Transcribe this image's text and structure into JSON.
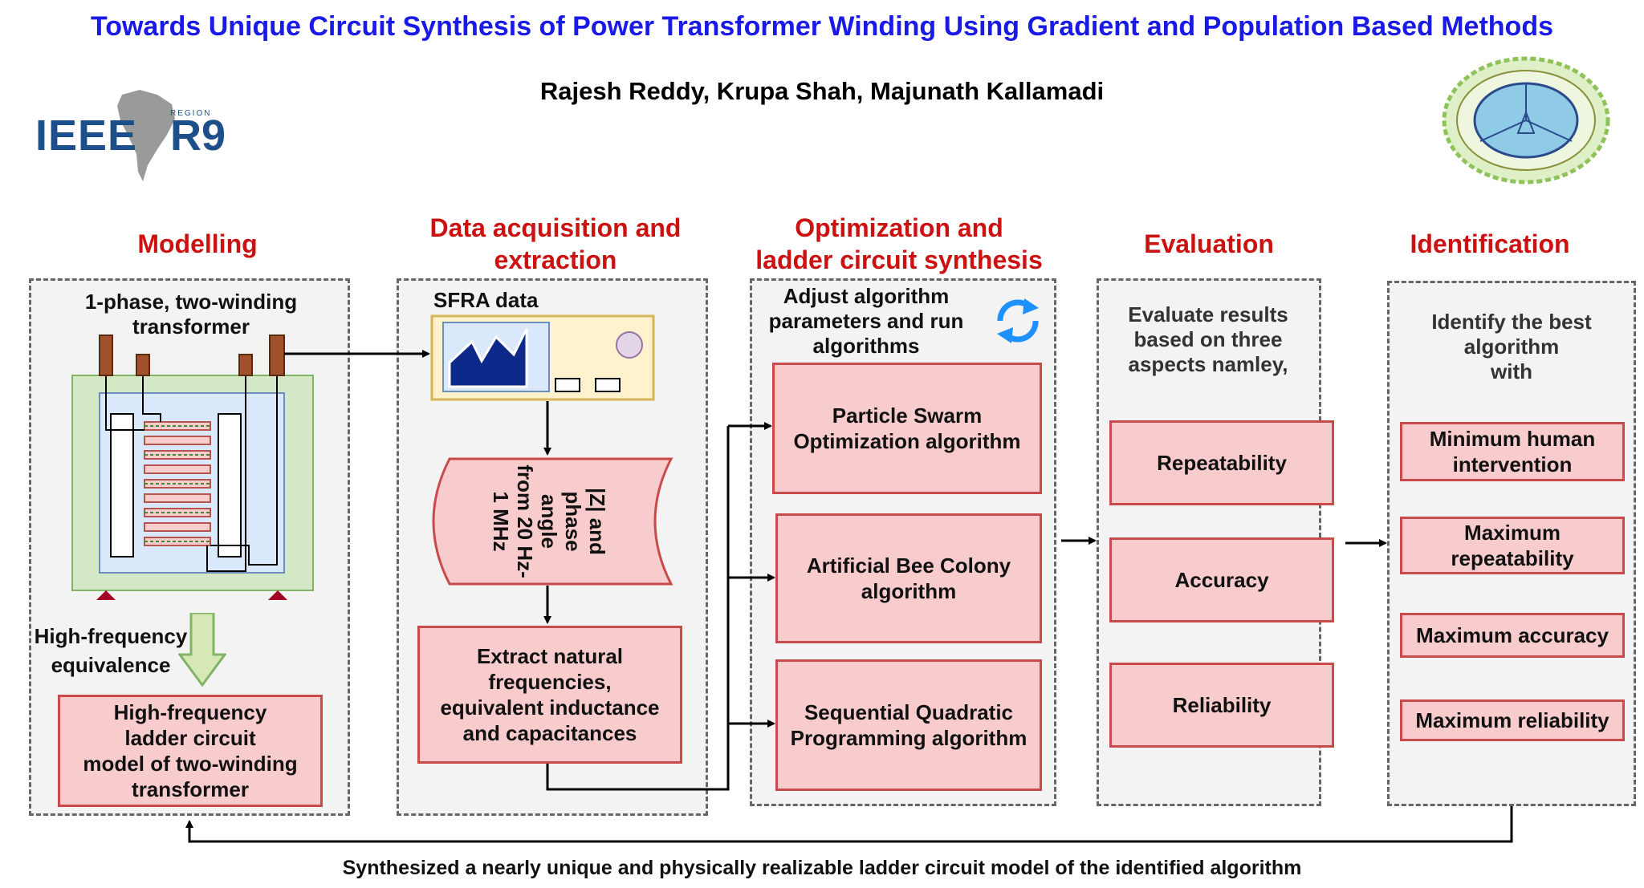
{
  "title": "Towards Unique Circuit Synthesis of Power Transformer Winding Using Gradient and Population Based Methods",
  "authors": "Rajesh Reddy, Krupa Shah, Majunath Kallamadi",
  "logos": {
    "ieee_text": "IEEE",
    "r9_text": "R9",
    "region_text": "REGION",
    "institute_icon": "institute-seal-icon"
  },
  "colors": {
    "title": "#1a1ae6",
    "section_title": "#cc1111",
    "box_fill": "#f8cccc",
    "box_border": "#c94a4a",
    "panel_fill": "#f3f3f3"
  },
  "modelling": {
    "title": "Modelling",
    "transformer_label_1": "1-phase, two-winding",
    "transformer_label_2": "transformer",
    "hf_label_1": "High-frequency",
    "hf_label_2": "equivalence",
    "box": [
      "High-frequency",
      "ladder circuit",
      "model of two-winding",
      "transformer"
    ]
  },
  "acquisition": {
    "title_1": "Data acquisition and",
    "title_2": "extraction",
    "sfra_label": "SFRA data",
    "shape_text": [
      "|Z| and",
      "phase",
      "angle",
      "from 20 Hz-",
      "1 MHz"
    ],
    "box": [
      "Extract natural",
      "frequencies,",
      "equivalent inductance",
      "and capacitances"
    ]
  },
  "optimization": {
    "title_1": "Optimization and",
    "title_2": "ladder circuit synthesis",
    "intro": [
      "Adjust algorithm",
      "parameters and run",
      "algorithms"
    ],
    "boxes": [
      [
        "Particle Swarm",
        "Optimization algorithm"
      ],
      [
        "Artificial Bee Colony",
        "algorithm"
      ],
      [
        "Sequential Quadratic",
        "Programming algorithm"
      ]
    ]
  },
  "evaluation": {
    "title": "Evaluation",
    "intro": [
      "Evaluate results",
      "based on three",
      "aspects namley,"
    ],
    "boxes": [
      "Repeatability",
      "Accuracy",
      "Reliability"
    ]
  },
  "identification": {
    "title": "Identification",
    "intro": [
      "Identify the best",
      "algorithm",
      "with"
    ],
    "boxes": [
      [
        "Minimum human",
        "intervention"
      ],
      [
        "Maximum",
        "repeatability"
      ],
      [
        "Maximum accuracy"
      ],
      [
        "Maximum reliability"
      ]
    ]
  },
  "footer": "Synthesized a nearly unique and physically realizable ladder circuit model of the identified algorithm"
}
